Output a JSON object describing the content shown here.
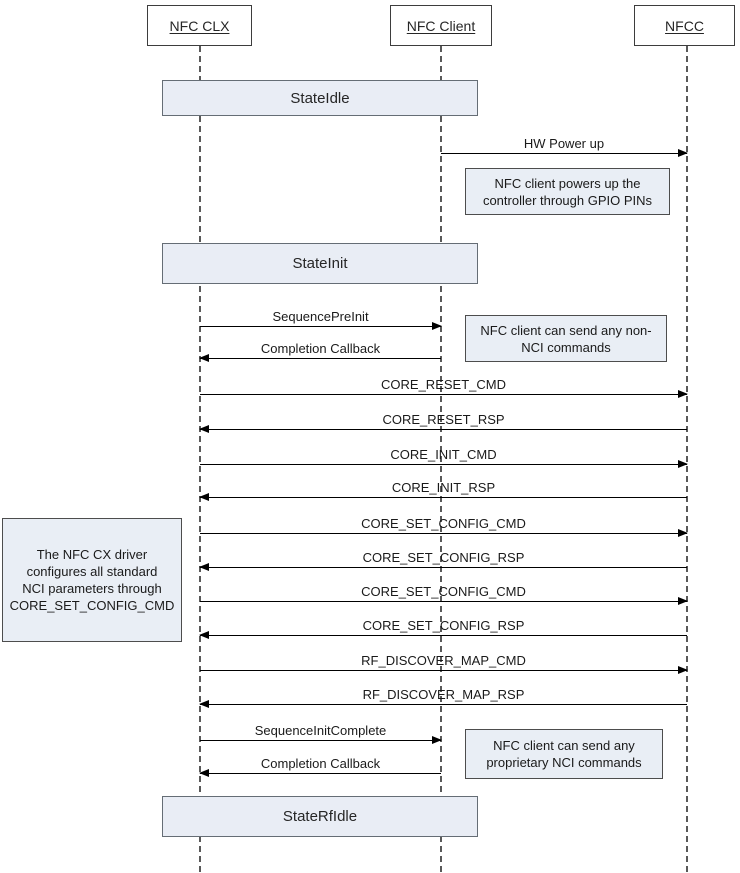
{
  "diagram": {
    "type": "sequence-diagram",
    "subject": "NFC CX driver / NCI controller initialization sequence"
  },
  "actors": [
    {
      "label": "NFC CLX"
    },
    {
      "label": "NFC Client"
    },
    {
      "label": "NFCC"
    }
  ],
  "states": [
    {
      "label": "StateIdle"
    },
    {
      "label": "StateInit"
    },
    {
      "label": "StateRfIdle"
    }
  ],
  "messages": [
    {
      "label": "HW Power up",
      "from": "NFC Client",
      "to": "NFCC",
      "direction": "right"
    },
    {
      "label": "SequencePreInit",
      "from": "NFC CLX",
      "to": "NFC Client",
      "direction": "right"
    },
    {
      "label": "Completion Callback",
      "from": "NFC Client",
      "to": "NFC CLX",
      "direction": "left"
    },
    {
      "label": "CORE_RESET_CMD",
      "from": "NFC CLX",
      "to": "NFCC",
      "direction": "right"
    },
    {
      "label": "CORE_RESET_RSP",
      "from": "NFCC",
      "to": "NFC CLX",
      "direction": "left"
    },
    {
      "label": "CORE_INIT_CMD",
      "from": "NFC CLX",
      "to": "NFCC",
      "direction": "right"
    },
    {
      "label": "CORE_INIT_RSP",
      "from": "NFCC",
      "to": "NFC CLX",
      "direction": "left"
    },
    {
      "label": "CORE_SET_CONFIG_CMD",
      "from": "NFC CLX",
      "to": "NFCC",
      "direction": "right"
    },
    {
      "label": "CORE_SET_CONFIG_RSP",
      "from": "NFCC",
      "to": "NFC CLX",
      "direction": "left"
    },
    {
      "label": "CORE_SET_CONFIG_CMD",
      "from": "NFC CLX",
      "to": "NFCC",
      "direction": "right"
    },
    {
      "label": "CORE_SET_CONFIG_RSP",
      "from": "NFCC",
      "to": "NFC CLX",
      "direction": "left"
    },
    {
      "label": "RF_DISCOVER_MAP_CMD",
      "from": "NFC CLX",
      "to": "NFCC",
      "direction": "right"
    },
    {
      "label": "RF_DISCOVER_MAP_RSP",
      "from": "NFCC",
      "to": "NFC CLX",
      "direction": "left"
    },
    {
      "label": "SequenceInitComplete",
      "from": "NFC CLX",
      "to": "NFC Client",
      "direction": "right"
    },
    {
      "label": "Completion Callback",
      "from": "NFC Client",
      "to": "NFC CLX",
      "direction": "left"
    }
  ],
  "notes": [
    {
      "text": "NFC client powers up the\ncontroller through GPIO PINs"
    },
    {
      "text": "NFC client can send any non-\nNCI commands"
    },
    {
      "text": "The NFC CX driver\nconfigures all standard\nNCI parameters through\nCORE_SET_CONFIG_CMD"
    },
    {
      "text": "NFC client can send any\nproprietary NCI commands"
    }
  ],
  "colors": {
    "state_fill": "#e9edf5",
    "note_fill": "#e9eef5",
    "box_border": "#3d3d3d",
    "lifeline": "#595959",
    "arrow": "#000000"
  }
}
